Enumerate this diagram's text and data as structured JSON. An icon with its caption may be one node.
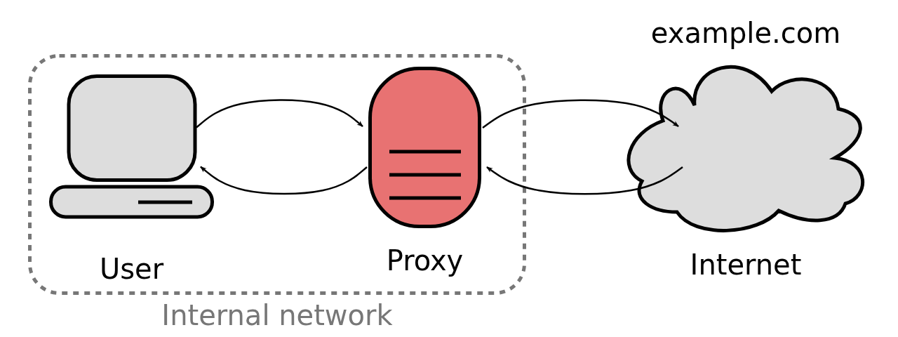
{
  "diagram": {
    "nodes": [
      {
        "text": [
          "Internal network"
        ]
      },
      {
        "text": [
          "User"
        ],
        "in": 0
      },
      {
        "text": [
          "Proxy"
        ],
        "in": 0
      },
      {
        "text": [
          "Internet"
        ],
        "beside": [
          "example.com"
        ]
      }
    ],
    "edges": [
      {
        "from": 1,
        "to": 2,
        "arrow": "to"
      },
      {
        "from": 2,
        "to": 1,
        "arrow": "to"
      },
      {
        "from": 2,
        "to": 3,
        "arrow": "to"
      },
      {
        "from": 3,
        "to": 2,
        "arrow": "to"
      }
    ]
  }
}
